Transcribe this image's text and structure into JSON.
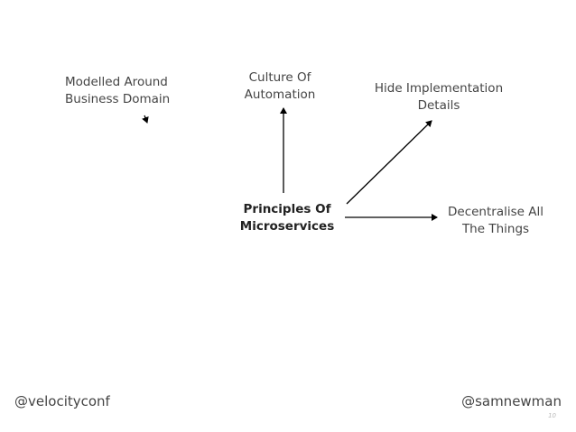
{
  "diagram": {
    "center": "Principles Of\nMicroservices",
    "nodes": {
      "modelled": "Modelled Around\nBusiness Domain",
      "culture": "Culture Of\nAutomation",
      "hide": "Hide Implementation\nDetails",
      "decentralise": "Decentralise All\nThe Things"
    },
    "arrow_color": "#000000"
  },
  "footer": {
    "left_handle": "@velocityconf",
    "right_handle": "@samnewman",
    "page_number": "10"
  }
}
